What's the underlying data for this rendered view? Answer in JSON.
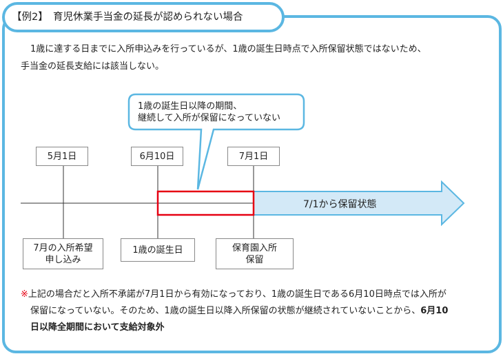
{
  "title": "【例2】　育児休業手当金の延長が認められない場合",
  "intro": [
    "1歳に達する日までに入所申込みを行っているが、1歳の誕生日時点で入所保留状態ではないため、",
    "手当金の延長支給には該当しない。"
  ],
  "callout": [
    "1歳の誕生日以降の期間、",
    "継続して入所が保留になっていない"
  ],
  "dates": [
    "5月1日",
    "6月10日",
    "7月1日"
  ],
  "events": [
    [
      "7月の入所希望",
      "申し込み"
    ],
    [
      "1歳の誕生日"
    ],
    [
      "保育園入所",
      "保留"
    ]
  ],
  "arrow_label": "7/1から保留状態",
  "note": {
    "mark": "※",
    "line1": "上記の場合だと入所不承諾が7月1日から有効になっており、1歳の誕生日である6月10日時点では入所が",
    "line2": "保留になっていない。そのため、1歳の誕生日以降入所保留の状態が継続されていないことから、",
    "bold2": "6月10",
    "bold3": "日以降全期間において支給対象外"
  },
  "colors": {
    "frame": "#5bb7e2",
    "arrow": "#d3e9f7",
    "highlight": "#e60012"
  }
}
